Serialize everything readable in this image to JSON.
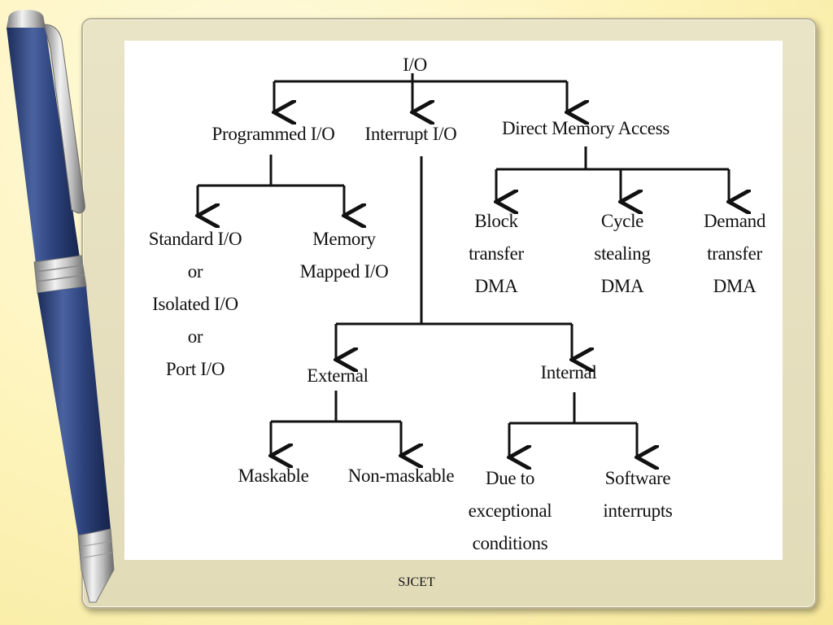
{
  "diagram": {
    "root": "I/O",
    "level1": {
      "programmed": "Programmed I/O",
      "interrupt": "Interrupt I/O",
      "dma": "Direct Memory Access"
    },
    "programmed_children": {
      "standard": [
        "Standard I/O",
        "or",
        "Isolated I/O",
        "or",
        "Port I/O"
      ],
      "memory_mapped": [
        "Memory",
        "Mapped I/O"
      ]
    },
    "dma_children": {
      "block": [
        "Block",
        "transfer",
        "DMA"
      ],
      "cycle": [
        "Cycle",
        "stealing",
        "DMA"
      ],
      "demand": [
        "Demand",
        "transfer",
        "DMA"
      ]
    },
    "interrupt_children": {
      "external": "External",
      "internal": "Internal"
    },
    "external_children": {
      "maskable": "Maskable",
      "non_maskable": "Non-maskable"
    },
    "internal_children": {
      "exceptional": [
        "Due to",
        "exceptional",
        "conditions"
      ],
      "software": [
        "Software",
        "interrupts"
      ]
    }
  },
  "footer": "SJCET"
}
